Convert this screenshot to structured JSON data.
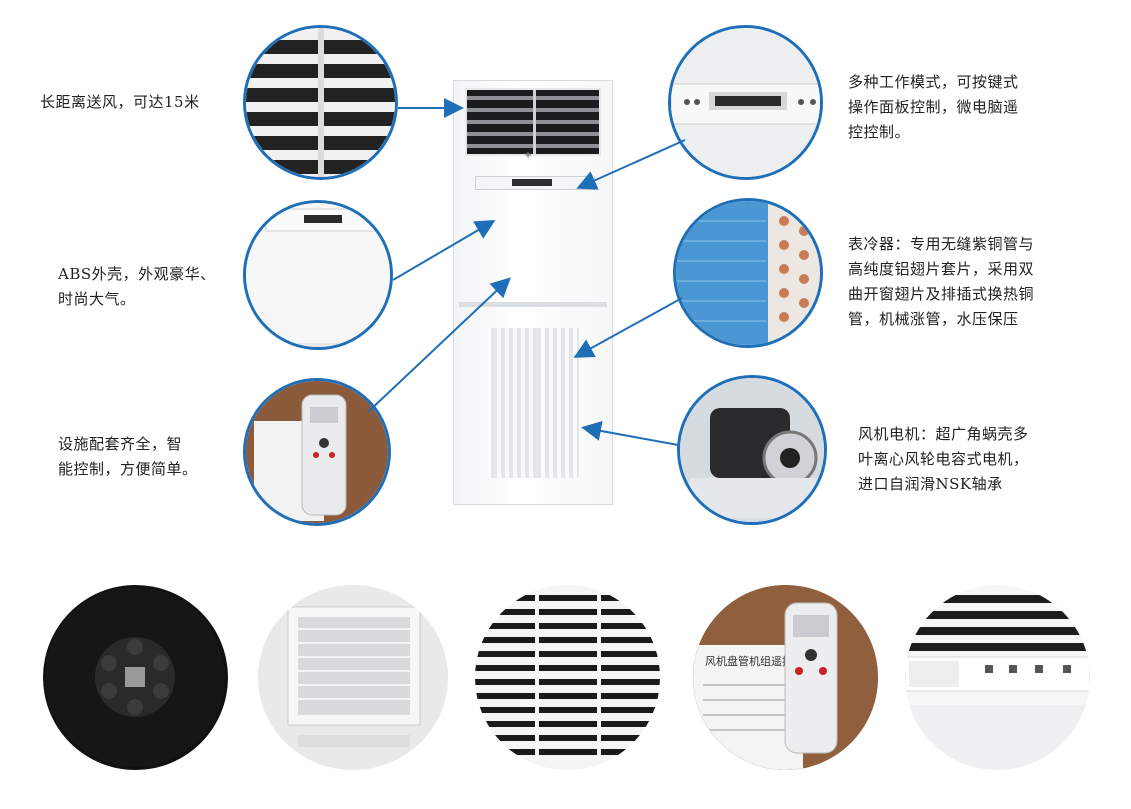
{
  "features": {
    "airflow": "长距离送风，可达15米",
    "shell": "ABS外壳，外观豪华、\n时尚大气。",
    "accessories": "设施配套齐全，智\n能控制，方便简单。",
    "modes": "多种工作模式，可按键式\n操作面板控制，微电脑遥\n控控制。",
    "cooler": "表冷器：专用无缝紫铜管与\n高纯度铝翅片套片，采用双\n曲开窗翅片及排插式换热铜\n管，机械涨管，水压保压",
    "motor": "风机电机：超广角蜗壳多\n叶离心风轮电容式电机，\n进口自润滑NSK轴承"
  },
  "remote_label": "风机盘管机组遥控"
}
